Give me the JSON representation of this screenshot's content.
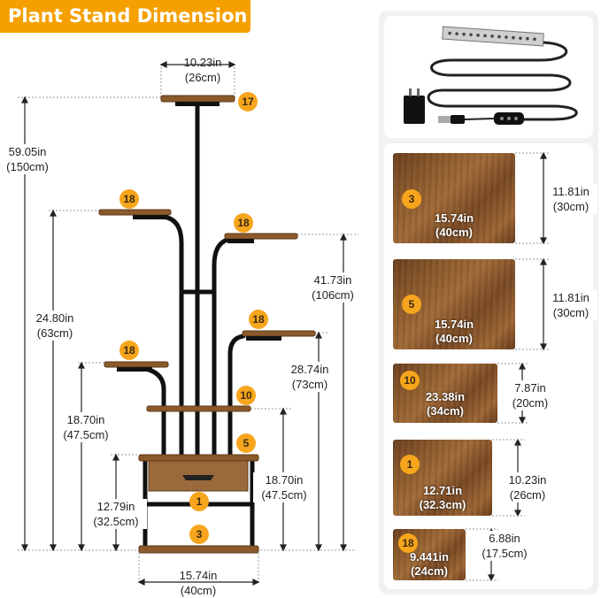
{
  "title": "Plant Stand Dimension",
  "stand": {
    "top_width": {
      "in": "10.23in",
      "cm": "(26cm)"
    },
    "total_height": {
      "in": "59.05in",
      "cm": "(150cm)"
    },
    "left_upper_height": {
      "in": "24.80in",
      "cm": "(63cm)"
    },
    "right_upper_height": {
      "in": "41.73in",
      "cm": "(106cm)"
    },
    "right_mid_height": {
      "in": "28.74in",
      "cm": "(73cm)"
    },
    "left_mid_height": {
      "in": "18.70in",
      "cm": "(47.5cm)"
    },
    "right_low_height": {
      "in": "18.70in",
      "cm": "(47.5cm)"
    },
    "drawer_height": {
      "in": "12.79in",
      "cm": "(32.5cm)"
    },
    "base_width": {
      "in": "15.74in",
      "cm": "(40cm)"
    },
    "badges": {
      "top": "17",
      "left_upper": "18",
      "right_upper": "18",
      "right_mid": "18",
      "left_mid": "18",
      "center_mid": "10",
      "drawer_top": "5",
      "drawer": "1",
      "bottom": "3"
    }
  },
  "shelves": [
    {
      "badge": "3",
      "width_in": "15.74in",
      "width_cm": "(40cm)",
      "depth_in": "11.81in",
      "depth_cm": "(30cm)"
    },
    {
      "badge": "5",
      "width_in": "15.74in",
      "width_cm": "(40cm)",
      "depth_in": "11.81in",
      "depth_cm": "(30cm)"
    },
    {
      "badge": "10",
      "width_in": "23.38in",
      "width_cm": "(34cm)",
      "depth_in": "7.87in",
      "depth_cm": "(20cm)"
    },
    {
      "badge": "1",
      "width_in": "12.71in",
      "width_cm": "(32.3cm)",
      "depth_in": "10.23in",
      "depth_cm": "(26cm)"
    },
    {
      "badge": "18",
      "width_in": "9.441in",
      "width_cm": "(24cm)",
      "depth_in": "6.88in",
      "depth_cm": "(17.5cm)"
    }
  ],
  "colors": {
    "accent": "#f5a000",
    "wood": "#8b5a2b",
    "frame": "#111111"
  }
}
